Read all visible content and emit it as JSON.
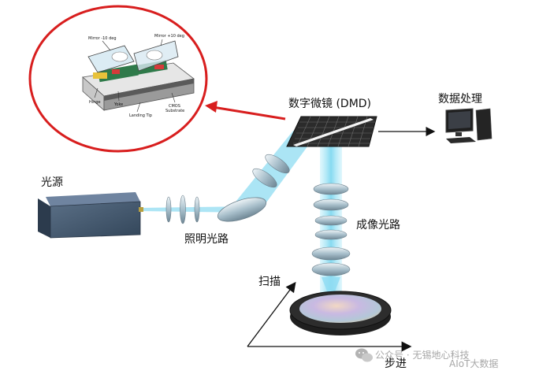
{
  "labels": {
    "dmd": "数字微镜 (DMD)",
    "data_processing": "数据处理",
    "light_source": "光源",
    "illumination_path": "照明光路",
    "imaging_path": "成像光路",
    "scan": "扫描",
    "step": "步进"
  },
  "inset": {
    "mirror_left": "Mirror -10 deg",
    "mirror_right": "Mirror +10 deg",
    "hinge": "Hinge",
    "yoke": "Yoke",
    "landing_tip": "Landing Tip",
    "cmos": "CMOS",
    "substrate": "Substrate"
  },
  "watermark": {
    "source": "公众号 · 无锡地心科技",
    "brand": "AIoT大数据"
  },
  "colors": {
    "beam": "#7fd8f0",
    "callout": "#d81e1e",
    "source_box": "#3e4e63",
    "dmd": "#2b2b2b",
    "lens": "#9fb7c4"
  },
  "icons": {
    "computer": "computer-icon",
    "wechat": "wechat-icon"
  }
}
